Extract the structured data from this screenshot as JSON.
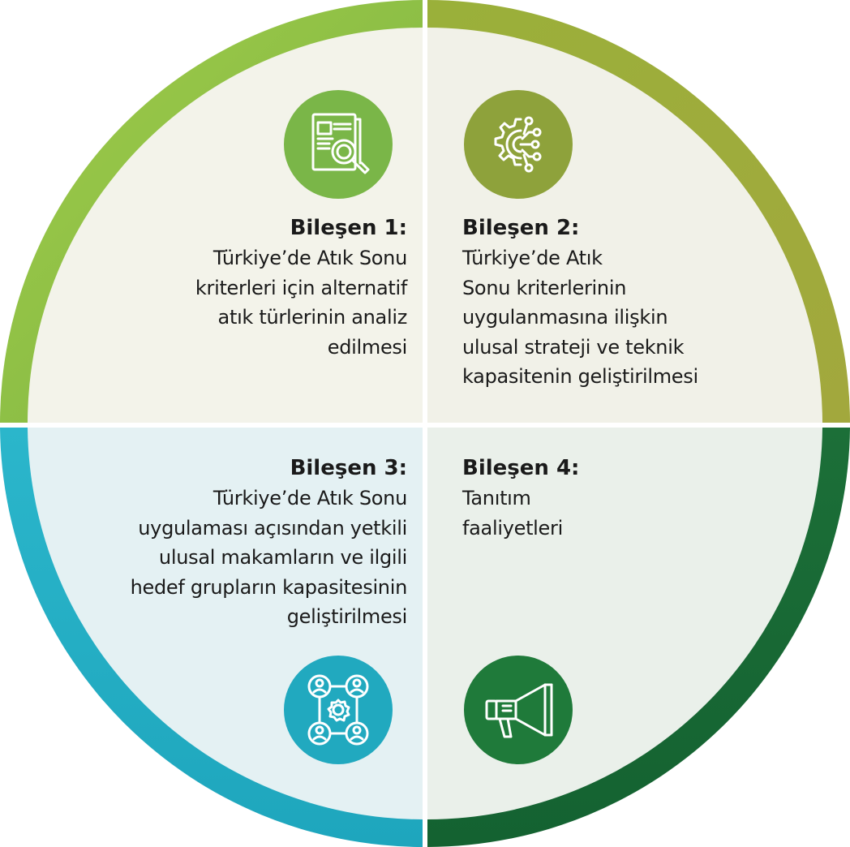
{
  "components": [
    {
      "id": 1,
      "title": "Bileşen 1:",
      "lines": [
        "Türkiye’de Atık Sonu",
        "kriterleri için alternatif",
        "atık türlerinin analiz",
        "edilmesi"
      ],
      "icon": "document-magnifier-icon",
      "ring_color": "#8dc63f",
      "fill_color": "#f3f3ea",
      "icon_color": "#7ab648"
    },
    {
      "id": 2,
      "title": "Bileşen 2:",
      "lines": [
        "Türkiye’de Atık",
        "Sonu kriterlerinin",
        "uygulanmasına ilişkin",
        "ulusal strateji ve teknik",
        "kapasitenin geliştirilmesi"
      ],
      "icon": "gear-network-icon",
      "ring_color": "#a0ad3b",
      "fill_color": "#f1f1e8",
      "icon_color": "#8ea23b"
    },
    {
      "id": 3,
      "title": "Bileşen 3:",
      "lines": [
        "Türkiye’de Atık Sonu",
        "uygulaması açısından yetkili",
        "ulusal makamların ve ilgili",
        "hedef grupların kapasitesinin",
        "geliştirilmesi"
      ],
      "icon": "people-network-icon",
      "ring_color": "#25b0c6",
      "fill_color": "#e4f1f3",
      "icon_color": "#21a9bf"
    },
    {
      "id": 4,
      "title": "Bileşen 4:",
      "lines": [
        "Tanıtım",
        "faaliyetleri"
      ],
      "icon": "megaphone-icon",
      "ring_color": "#1a6b35",
      "fill_color": "#eaf0ea",
      "icon_color": "#1f7a3a"
    }
  ]
}
